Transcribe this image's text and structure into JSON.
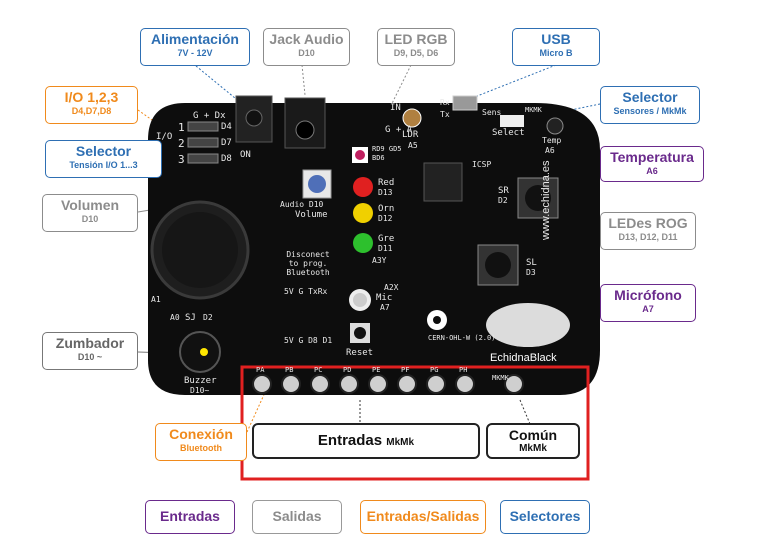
{
  "callouts": {
    "alimentacion": {
      "title": "Alimentación",
      "sub": "7V - 12V"
    },
    "jack_audio": {
      "title": "Jack Audio",
      "sub": "D10"
    },
    "led_rgb": {
      "title": "LED RGB",
      "sub": "D9, D5, D6"
    },
    "usb": {
      "title": "USB",
      "sub": "Micro B"
    },
    "io123": {
      "title": "I/O 1,2,3",
      "sub": "D4,D7,D8"
    },
    "selector_sens": {
      "title": "Selector",
      "sub": "Sensores / MkMk"
    },
    "selector_tension": {
      "title": "Selector",
      "sub": "Tensión I/O 1...3"
    },
    "temperatura": {
      "title": "Temperatura",
      "sub": "A6"
    },
    "volumen": {
      "title": "Volumen",
      "sub": "D10"
    },
    "ledes_rog": {
      "title": "LEDes ROG",
      "sub": "D13, D12, D11"
    },
    "microfono": {
      "title": "Micrófono",
      "sub": "A7"
    },
    "zumbador": {
      "title": "Zumbador",
      "sub": "D10 ~"
    },
    "conexion": {
      "title": "Conexión",
      "sub": "Bluetooth"
    }
  },
  "board": {
    "brand": "EchidnaBlack",
    "url": "www.echidna.es",
    "license": "CERN-OHL-W (2.0)",
    "labels": {
      "in": "IN",
      "g_a": "G + A",
      "g_dx": "G + Dx",
      "d4": "D4",
      "d7": "D7",
      "d8": "D8",
      "row1": "1",
      "row2": "2",
      "row3": "3",
      "io": "I/O",
      "on": "ON",
      "audio": "Audio D10",
      "volume": "Volume",
      "disconnect": "Disconect to prog. Bluetooth",
      "bt_pins": "5V G TxRx",
      "ldr": "LDR",
      "ldr_pin": "A5",
      "rgb_pins": "RD9 GD5 BD6",
      "red": "Red",
      "red_pin": "D13",
      "orn": "Orn",
      "orn_pin": "D12",
      "gre": "Gre",
      "gre_pin": "D11",
      "a3y": "A3Y",
      "a2x": "A2X",
      "mic": "Mic",
      "mic_pin": "A7",
      "reset": "Reset",
      "sr": "SR",
      "sr_pin": "D2",
      "sl": "SL",
      "sl_pin": "D3",
      "sens": "Sens",
      "mkmk": "MKMK",
      "select": "Select",
      "temp": "Temp",
      "temp_pin": "A6",
      "icsp": "ICSP",
      "rx": "Rx",
      "tx": "Tx",
      "sj": "SJ",
      "sj_pin": "D2",
      "a0": "A0",
      "a1": "A1",
      "buzzer": "Buzzer",
      "buzzer_pin": "D10~",
      "bt_conn": "5V G D8 D1",
      "mkmk_bottom": "MKMK",
      "pads": [
        "PA",
        "PB",
        "PC",
        "PD",
        "PE",
        "PF",
        "PG",
        "PH"
      ]
    }
  },
  "mkmk": {
    "entradas": "Entradas",
    "entradas_sub": "MkMk",
    "comun": "Común",
    "comun_sub": "MkMk"
  },
  "legend": {
    "entradas": "Entradas",
    "salidas": "Salidas",
    "entradas_salidas": "Entradas/Salidas",
    "selectores": "Selectores"
  },
  "colors": {
    "board": "#0d0d0d",
    "highlight": "#e02020",
    "blue": "#2e6fb3",
    "purple": "#6a2a8c",
    "orange": "#f08a1c",
    "gray": "#8c8c8c"
  }
}
